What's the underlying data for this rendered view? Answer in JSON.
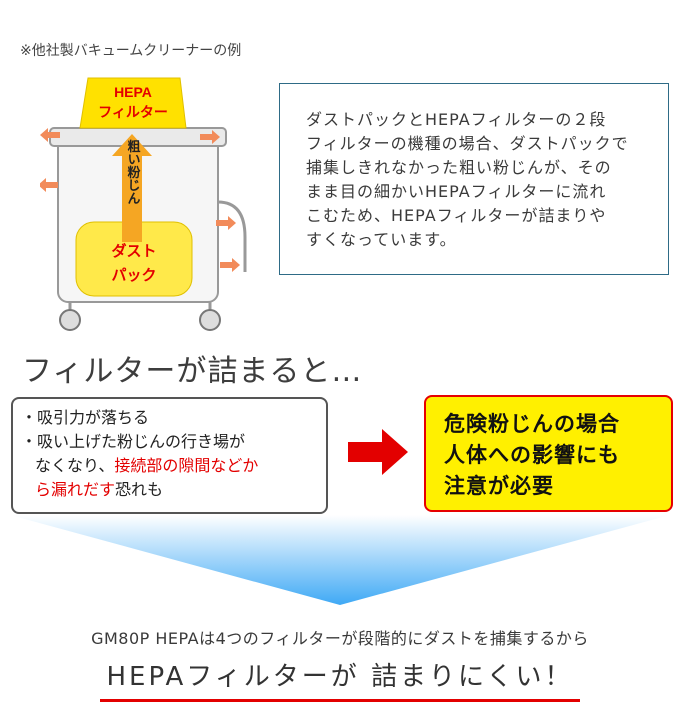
{
  "note": "※他社製バキュームクリーナーの例",
  "diagram": {
    "hepa_line1": "HEPA",
    "hepa_line2": "フィルター",
    "arrow_text": "粗い粉じん",
    "dust_line1": "ダスト",
    "dust_line2": "パック",
    "colors": {
      "hepa": "#ffe100",
      "dust": "#ffe94a",
      "arrow": "#f5a623",
      "flow": "#f28b5a"
    }
  },
  "info": {
    "lines": [
      "ダストパックとHEPAフィルターの２段",
      "フィルターの機種の場合、ダストパックで",
      "捕集しきれなかった粗い粉じんが、その",
      "まま目の細かいHEPAフィルターに流れ",
      "こむため、HEPAフィルターが詰まりや",
      "すくなっています。"
    ]
  },
  "heading": "フィルターが詰まると…",
  "list": {
    "item1": "・吸引力が落ちる",
    "item2": "・吸い上げた粉じんの行き場が",
    "item3_a": "なくなり、",
    "item3_b": "接続部の隙間などか",
    "item4_a": "ら漏れだす",
    "item4_b": "恐れも"
  },
  "warning": {
    "line1": "危険粉じんの場合",
    "line2": "人体への影響にも",
    "line3": "注意が必要"
  },
  "caption": "GM80P HEPAは4つのフィルターが段階的にダストを捕集するから",
  "tagline": "HEPAフィルターが 詰まりにくい！",
  "colors": {
    "accent_red": "#e30000",
    "warning_bg": "#fff000",
    "funnel": "#3fa9f5",
    "box_border": "#2e6b86"
  }
}
